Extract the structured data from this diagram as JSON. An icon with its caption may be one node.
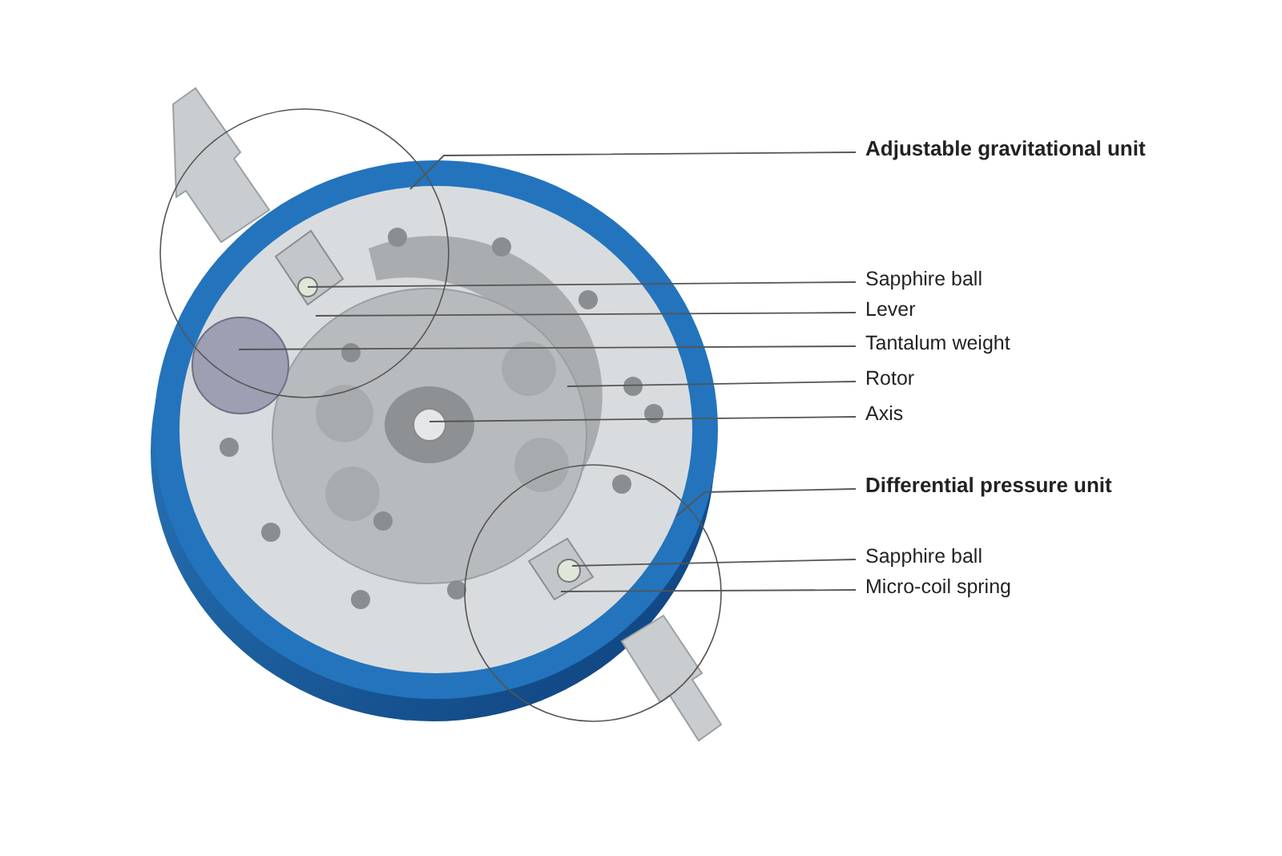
{
  "diagram": {
    "nodes": [
      {
        "text": [
          "Adjustable gravitational unit"
        ]
      },
      {
        "text": [
          "Sapphire ball"
        ]
      },
      {
        "text": [
          "Lever"
        ]
      },
      {
        "text": [
          "Tantalum weight"
        ]
      },
      {
        "text": [
          "Rotor"
        ]
      },
      {
        "text": [
          "Axis"
        ]
      },
      {
        "text": [
          "Differential pressure unit"
        ]
      },
      {
        "text": [
          "Sapphire ball"
        ]
      },
      {
        "text": [
          "Micro-coil spring"
        ]
      }
    ],
    "edges": [
      {
        "from": 0,
        "to": null,
        "arrow": "none"
      },
      {
        "from": 1,
        "to": null,
        "arrow": "none"
      },
      {
        "from": 2,
        "to": null,
        "arrow": "none"
      },
      {
        "from": 3,
        "to": null,
        "arrow": "none"
      },
      {
        "from": 4,
        "to": null,
        "arrow": "none"
      },
      {
        "from": 5,
        "to": null,
        "arrow": "none"
      },
      {
        "from": 6,
        "to": null,
        "arrow": "none"
      },
      {
        "from": 7,
        "to": null,
        "arrow": "none"
      },
      {
        "from": 8,
        "to": null,
        "arrow": "none"
      }
    ]
  }
}
